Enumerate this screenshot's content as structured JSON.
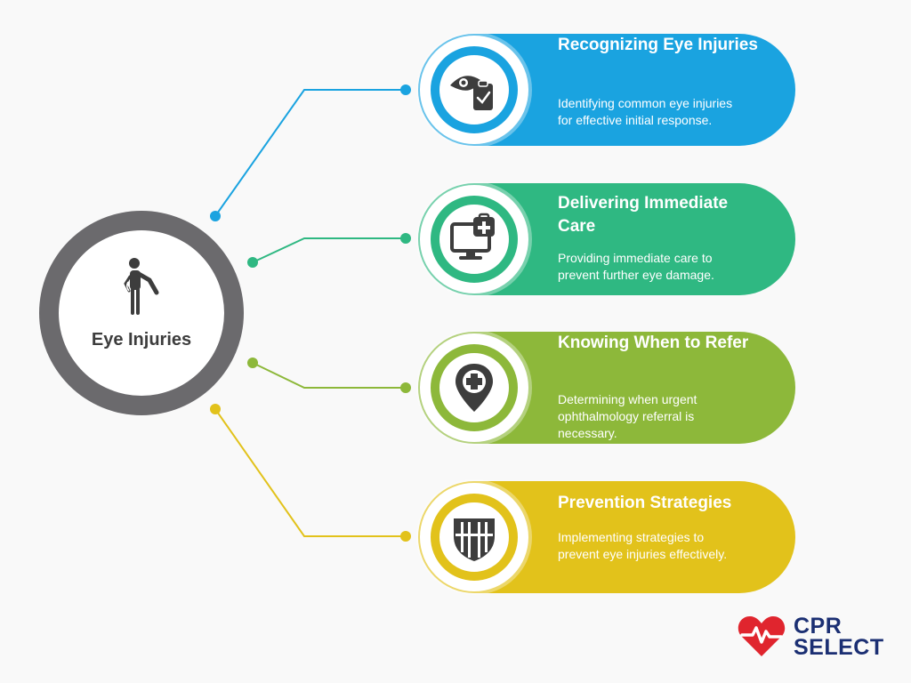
{
  "hub": {
    "label": "Eye Injuries",
    "icon": "person-injury-icon",
    "ring_color": "#6b6a6d"
  },
  "cards": [
    {
      "title": "Recognizing Eye Injuries",
      "description": "Identifying common eye injuries for effective initial response.",
      "icon": "eye-clipboard-icon",
      "color": "#1aa3e0"
    },
    {
      "title": "Delivering Immediate Care",
      "description": "Providing immediate care to prevent further eye damage.",
      "icon": "monitor-medical-kit-icon",
      "color": "#2fb882"
    },
    {
      "title": "Knowing When to Refer",
      "description": "Determining when urgent ophthalmology referral is necessary.",
      "icon": "medical-location-pin-icon",
      "color": "#8db83a"
    },
    {
      "title": "Prevention Strategies",
      "description": "Implementing strategies to prevent eye injuries effectively.",
      "icon": "shield-icon",
      "color": "#e2c21b"
    }
  ],
  "brand": {
    "line1": "CPR",
    "line2": "SELECT",
    "heart_color": "#e0252e",
    "text_color": "#1b2f73"
  }
}
